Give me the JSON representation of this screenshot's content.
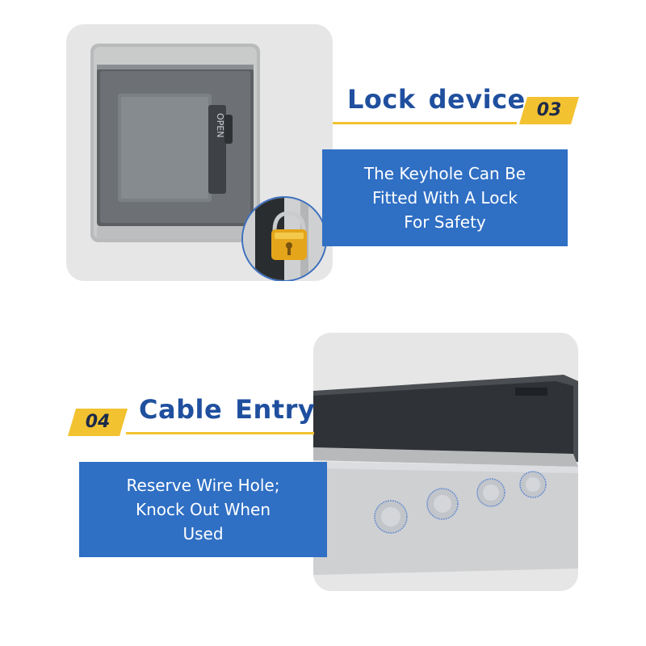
{
  "colors": {
    "accent_blue": "#2f6fc4",
    "heading_blue": "#1f4f9e",
    "badge_yellow": "#f2c230",
    "panel_gray": "#e6e6e6"
  },
  "sections": [
    {
      "heading_word1": "Lock",
      "heading_word2": "device",
      "number": "03",
      "description_lines": [
        "The Keyhole Can Be",
        "Fitted With A Lock",
        "For Safety"
      ],
      "product_label": "OPEN"
    },
    {
      "heading_word1": "Cable",
      "heading_word2": "Entry",
      "number": "04",
      "description_lines": [
        "Reserve Wire Hole;",
        "Knock Out When",
        "Used"
      ]
    }
  ]
}
